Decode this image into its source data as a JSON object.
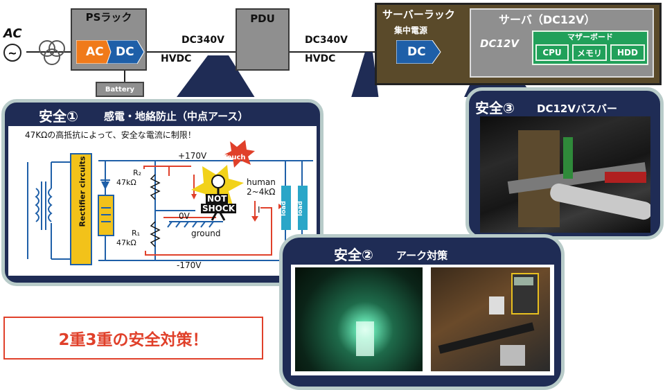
{
  "source": {
    "ac_label": "AC",
    "ac_symbol": "~"
  },
  "ps_rack": {
    "title": "PSラック",
    "ac_block": "AC",
    "dc_block": "DC",
    "battery": "Battery"
  },
  "link1": {
    "voltage": "DC340V",
    "type": "HVDC"
  },
  "pdu": {
    "title": "PDU"
  },
  "link2": {
    "voltage": "DC340V",
    "type": "HVDC"
  },
  "server_rack": {
    "title": "サーバーラック",
    "psu_label": "集中電源",
    "dc_block": "DC"
  },
  "server": {
    "title": "サーバ（DC12V）",
    "voltage": "DC12V",
    "motherboard": "マザーボード",
    "components": [
      "CPU",
      "メモリ",
      "HDD"
    ]
  },
  "safety1": {
    "number": "安全①",
    "title": "感電・地絡防止（中点アース）",
    "note": "47KΩの高抵抗によって、安全な電流に制限！",
    "circuit": {
      "plus": "+170V",
      "minus": "-170V",
      "zero": "0V",
      "rectifier": "Rectifier circuits",
      "r2": "R₂",
      "r2_val": "47kΩ",
      "r1": "R₁",
      "r1_val": "47kΩ",
      "ground": "ground",
      "touch": "Touch",
      "not": "NOT",
      "shock": "SHOCK",
      "human": "human",
      "human_val": "2~4kΩ",
      "current": "I",
      "load1": "load",
      "load2": "load"
    }
  },
  "safety2": {
    "number": "安全②",
    "title": "アーク対策"
  },
  "safety3": {
    "number": "安全③",
    "title": "DC12Vバスバー"
  },
  "footer": {
    "slogan": "2重3重の安全対策！"
  },
  "colors": {
    "navy": "#1f2c55",
    "frame": "#b8cbc9",
    "accent_red": "#e0402a",
    "psu_blue": "#1e5fa8",
    "ac_orange": "#f07a1a",
    "chip_green": "#21a05a",
    "rack_brown": "#5a4a2a"
  }
}
